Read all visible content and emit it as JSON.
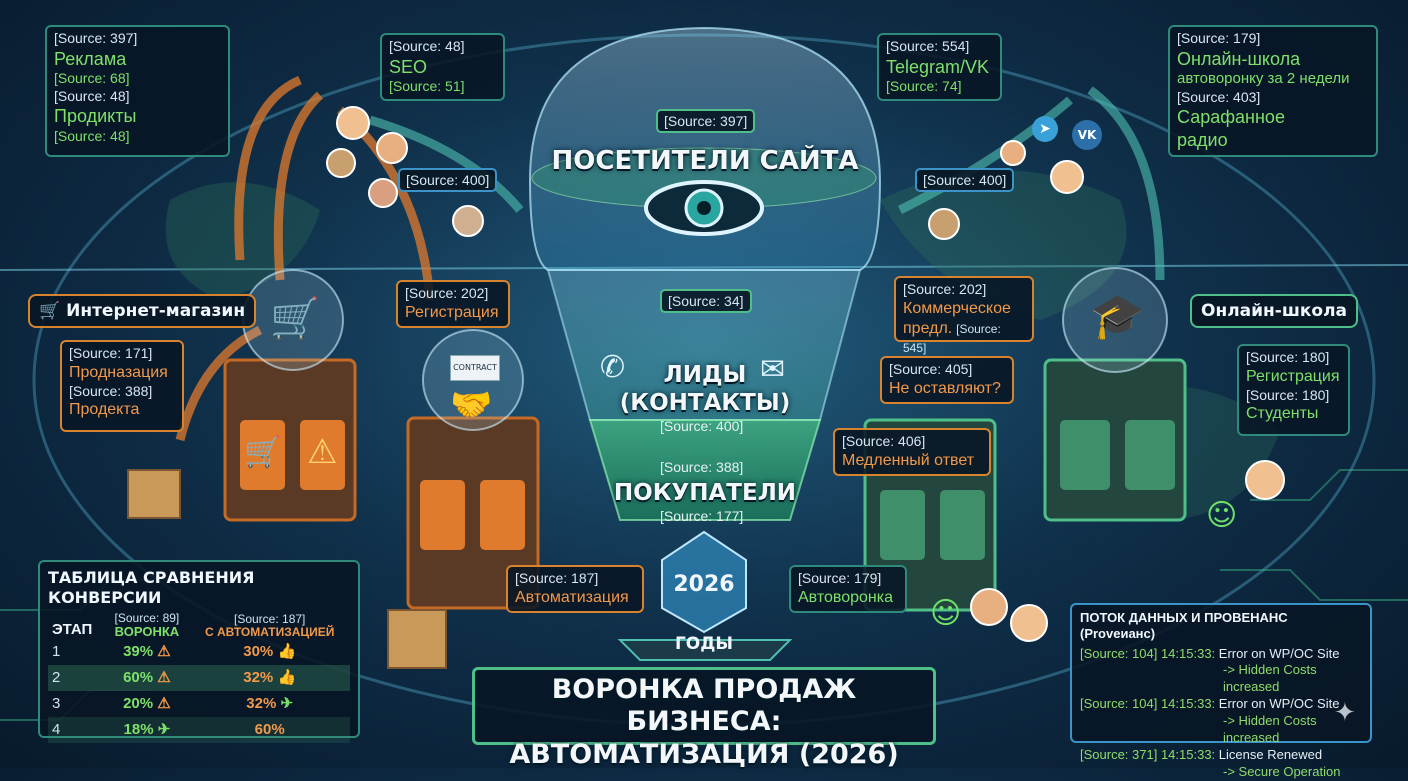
{
  "main_title": {
    "line1": "ВОРОНКА ПРОДАЖ БИЗНЕСА:",
    "line2": "АВТОМАТИЗАЦИЯ (2026)"
  },
  "funnel": {
    "top_source": "[Source: 397]",
    "top_title": "ПОСЕТИТЕЛИ САЙТА",
    "mid_source_top": "[Source: 34]",
    "mid_title_1": "ЛИДЫ",
    "mid_title_2": "(КОНТАКТЫ)",
    "mid_source_bottom": "[Source: 400]",
    "bottom_source_top": "[Source: 388]",
    "bottom_title": "ПОКУПАТЕЛИ",
    "bottom_source_bottom": "[Source: 177]",
    "year": "2026",
    "years_label": "ГОДЫ"
  },
  "top_left_box": {
    "s1": "[Source: 397]",
    "t1": "Реклама",
    "s2": "[Source: 68]",
    "s3": "[Source: 48]",
    "t2": "Продикты",
    "s4": "[Source: 48]"
  },
  "seo_box": {
    "s1": "[Source: 48]",
    "t1": "SEO",
    "s2": "[Source: 51]"
  },
  "left_source_400": "[Source: 400]",
  "telegram_box": {
    "s1": "[Source: 554]",
    "t1": "Telegram/VK",
    "s2": "[Source: 74]"
  },
  "right_source_400": "[Source: 400]",
  "top_right_box": {
    "s1": "[Source: 179]",
    "t1": "Онлайн-школа",
    "t2": "автоворонку за 2 недели",
    "s2": "[Source: 403]",
    "t3": "Сарафанное",
    "t4": "радио"
  },
  "internet_shop_label": "Интернет-магазин",
  "online_school_label": "Онлайн-школа",
  "shop_box": {
    "s1": "[Source: 171]",
    "t1": "Продназация",
    "s2": "[Source: 388]",
    "t2": "Продекта"
  },
  "registration_left": {
    "s1": "[Source: 202]",
    "t1": "Регистрация"
  },
  "commercial_box": {
    "s1": "[Source: 202]",
    "t1": "Коммерческое",
    "t2": "предл.",
    "s2": "[Source: 545]"
  },
  "no_leave_box": {
    "s1": "[Source: 405]",
    "t1": "Не оставляют?"
  },
  "slow_box": {
    "s1": "[Source: 406]",
    "t1": "Медленный ответ"
  },
  "school_box": {
    "s1": "[Source: 180]",
    "t1": "Регистрация",
    "s2": "[Source: 180]",
    "t2": "Студенты"
  },
  "automation_box": {
    "s1": "[Source: 187]",
    "t1": "Автоматизация"
  },
  "autofunnel_box": {
    "s1": "[Source: 179]",
    "t1": "Автоворонка"
  },
  "contract_label": "CONTRACT",
  "comparison": {
    "title": "ТАБЛИЦА СРАВНЕНИЯ КОНВЕРСИИ",
    "col_stage": "ЭТАП",
    "col1_source": "[Source: 89]",
    "col1_name": "ВОРОНКА",
    "col2_source": "[Source: 187]",
    "col2_name": "С АВТОМАТИЗАЦИЕЙ",
    "rows": [
      {
        "stage": "1",
        "funnel": "39%",
        "auto": "30%"
      },
      {
        "stage": "2",
        "funnel": "60%",
        "auto": "32%"
      },
      {
        "stage": "3",
        "funnel": "20%",
        "auto": "32%"
      },
      {
        "stage": "4",
        "funnel": "18%",
        "auto": "60%"
      }
    ]
  },
  "data_flow": {
    "title": "ПОТОК ДАННЫХ И ПРОВЕНАНС (Proveианс)",
    "entries": [
      {
        "head": "[Source: 104] 14:15:33:",
        "msg": "Error on WP/OC Site",
        "sub": "-> Hidden Costs increased"
      },
      {
        "head": "[Source: 104] 14:15:33:",
        "msg": "Error on WP/OC Site",
        "sub": "-> Hidden Costs increased"
      },
      {
        "head": "[Source: 371] 14:15:33:",
        "msg": "License Renewed",
        "sub": "-> Secure Operation"
      }
    ]
  },
  "colors": {
    "green": "#7ee06a",
    "orange": "#f2994a",
    "teal_border": "#2e8a7a",
    "bg": "#0f2f4a"
  }
}
